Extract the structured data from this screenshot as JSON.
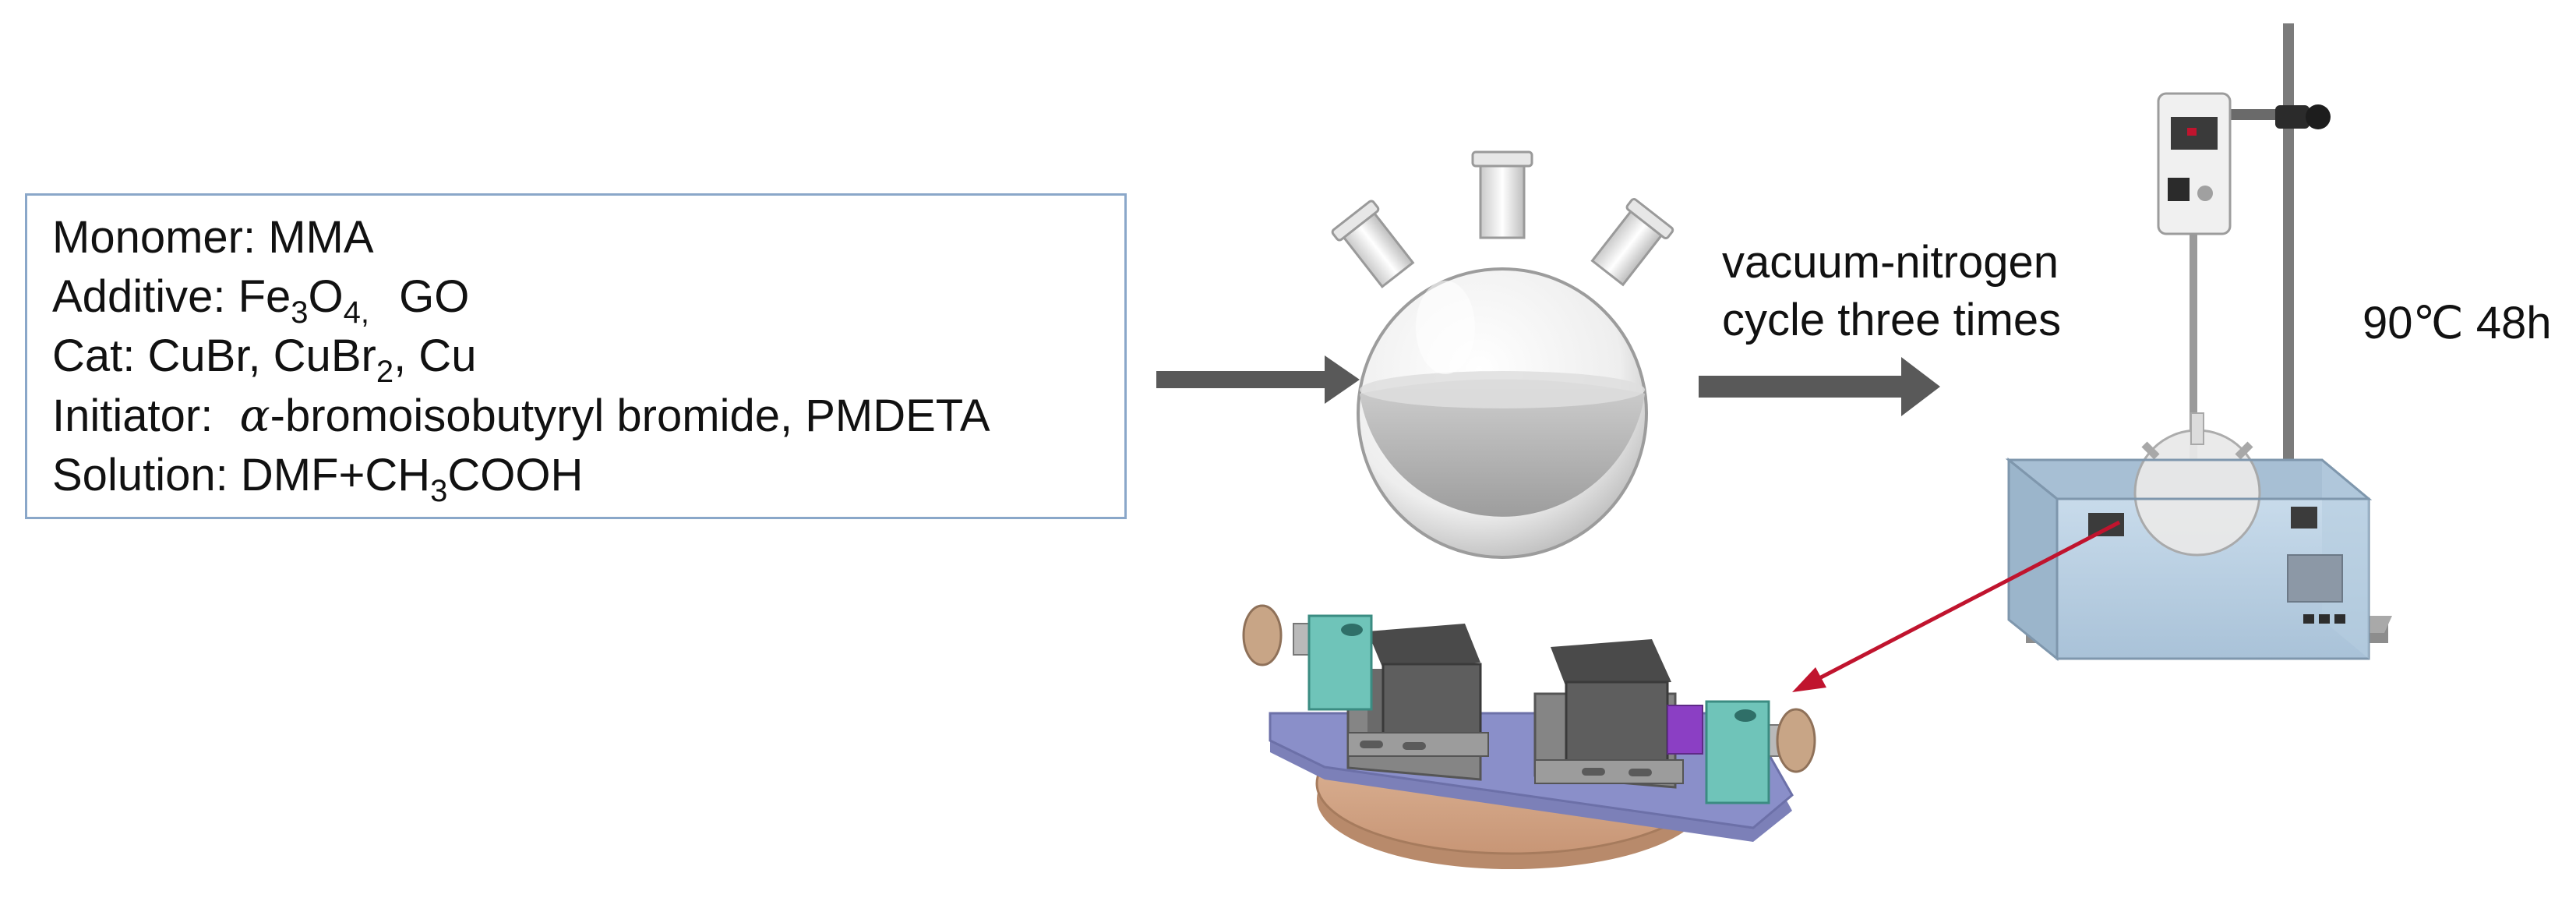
{
  "reagents": {
    "monomer": {
      "label": "Monomer:",
      "value": "MMA"
    },
    "additive": {
      "label": "Additive:",
      "fe": "Fe",
      "fe_sub1": "3",
      "o": "O",
      "fe_sub2": "4,",
      "go": "GO"
    },
    "cat": {
      "label": "Cat:",
      "a": "CuBr, CuBr",
      "a_sub": "2",
      "b": ", Cu"
    },
    "initiator": {
      "label": "Initiator:",
      "greek": "α",
      "rest": "-bromoisobutyryl bromide, PMDETA"
    },
    "solution": {
      "label": "Solution:",
      "a": "DMF+CH",
      "a_sub": "3",
      "b": "COOH"
    }
  },
  "steps": {
    "vacuum_line1": "vacuum-nitrogen",
    "vacuum_line2": "cycle three times",
    "reaction": "90℃ 48h"
  },
  "colors": {
    "box_border": "#8aa7c9",
    "arrow_gray": "#595959",
    "arrow_red": "#c0142e",
    "bath_blue": "#bcd3e6",
    "fixture_plate": "#8a8fc9",
    "fixture_teal": "#6fc4b9",
    "fixture_purple": "#8b3fc4",
    "fixture_knob": "#c8a586",
    "base_disc": "#d9b092"
  }
}
